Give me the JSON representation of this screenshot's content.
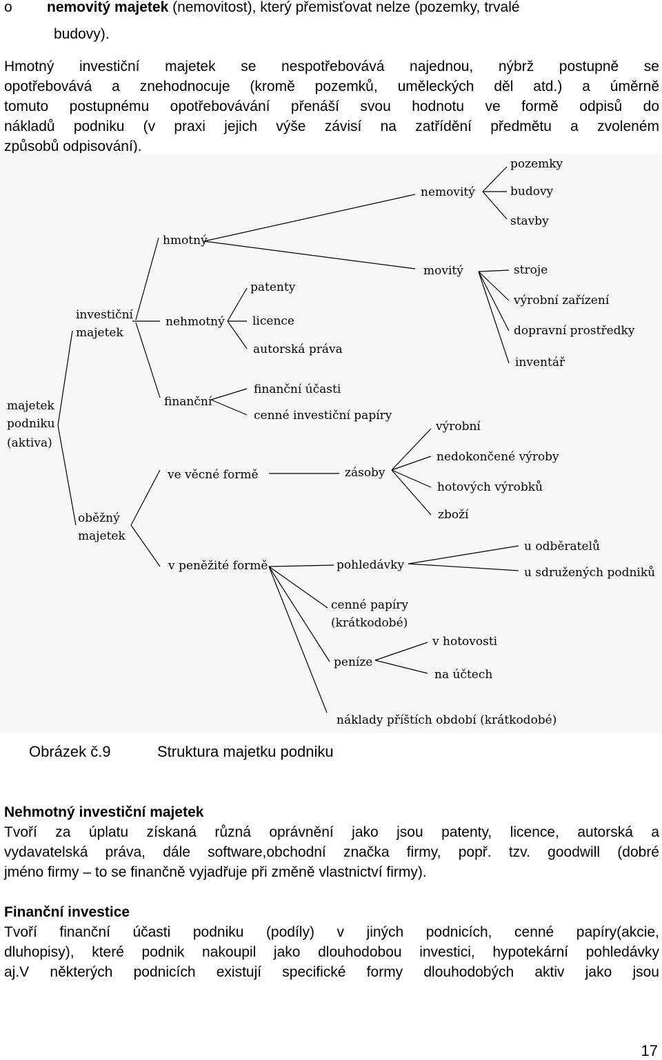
{
  "top": {
    "bullet": "o",
    "term": "nemovitý majetek",
    "rest": " (nemovitost), který přemisťovat nelze (pozemky, trvalé",
    "cont": "budovy)."
  },
  "intro_lines": [
    "Hmotný investiční majetek se nespotřebovává najednou, nýbrž postupně se",
    "opotřebovává a znehodnocuje (kromě pozemků, uměleckých děl atd.) a úměrně",
    "tomuto postupnému opotřebovávání přenáší svou hodnotu ve formě odpisů do",
    "nákladů podniku (v praxi jejich výše závisí na zatřídění předmětu a zvoleném",
    "způsobů odpisování)."
  ],
  "diagram": {
    "root": [
      "majetek",
      "podniku",
      "(aktiva)"
    ],
    "investicni": [
      "investiční",
      "majetek"
    ],
    "obezny": [
      "oběžný",
      "majetek"
    ],
    "hmotny": "hmotný",
    "nehmotny": "nehmotný",
    "financni": "finanční",
    "nemovity": "nemovitý",
    "movity": "movitý",
    "nemovity_items": [
      "pozemky",
      "budovy",
      "stavby"
    ],
    "movity_items": [
      "stroje",
      "výrobní zařízení",
      "dopravní prostředky",
      "inventář"
    ],
    "nehmotny_items": [
      "patenty",
      "licence",
      "autorská práva"
    ],
    "financni_items": [
      "finanční účasti",
      "cenné investiční papíry"
    ],
    "vecne": "ve věcné formě",
    "zasoby": "zásoby",
    "zasoby_items": [
      "výrobní",
      "nedokončené výroby",
      "hotových výrobků",
      "zboží"
    ],
    "penezni": "v peněžité formě",
    "pohledavky": "pohledávky",
    "pohledavky_items": [
      "u odběratelů",
      "u sdružených podniků"
    ],
    "cenne": [
      "cenné papíry",
      "(krátkodobé)"
    ],
    "penize": "peníze",
    "penize_items": [
      "v hotovosti",
      "na účtech"
    ],
    "naklady": "náklady příštích období (krátkodobé)"
  },
  "caption": {
    "label": "Obrázek č.9",
    "title": "Struktura majetku podniku"
  },
  "section1": {
    "heading": "Nehmotný investiční majetek",
    "lines": [
      "Tvoří za úplatu získaná různá oprávnění jako jsou patenty, licence, autorská a",
      "vydavatelská práva, dále software,obchodní značka firmy, popř. tzv. goodwill (dobré",
      "jméno firmy – to se finančně vyjadřuje při změně vlastnictví firmy)."
    ]
  },
  "section2": {
    "heading": "Finanční investice",
    "lines": [
      "Tvoří finanční účasti podniku (podíly) v jiných podnicích, cenné papíry(akcie,",
      "dluhopisy), které podnik nakoupil jako dlouhodobou investici, hypotekární pohledávky",
      "aj.V některých podnicích existují specifické formy dlouhodobých aktiv jako jsou"
    ]
  },
  "page_number": "17"
}
